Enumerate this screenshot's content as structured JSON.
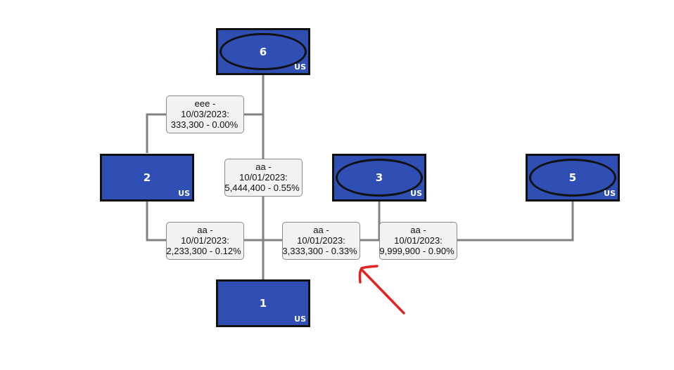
{
  "nodes": [
    {
      "id": "6",
      "label": "6",
      "country": "US",
      "shape": "ellipse"
    },
    {
      "id": "2",
      "label": "2",
      "country": "US",
      "shape": "rect"
    },
    {
      "id": "3",
      "label": "3",
      "country": "US",
      "shape": "ellipse"
    },
    {
      "id": "5",
      "label": "5",
      "country": "US",
      "shape": "ellipse"
    },
    {
      "id": "1",
      "label": "1",
      "country": "US",
      "shape": "rect"
    }
  ],
  "edges": [
    {
      "from": "2",
      "to": "6",
      "name": "eee -",
      "date": "10/03/2023:",
      "value": "333,300 - 0.00%"
    },
    {
      "from": "1",
      "to": "6",
      "name": "aa -",
      "date": "10/01/2023:",
      "value": "5,444,400 - 0.55%"
    },
    {
      "from": "2",
      "to": "1",
      "name": "aa -",
      "date": "10/01/2023:",
      "value": "2,233,300 - 0.12%"
    },
    {
      "from": "3",
      "to": "1",
      "name": "aa -",
      "date": "10/01/2023:",
      "value": "3,333,300 - 0.33%"
    },
    {
      "from": "5",
      "to": "1",
      "name": "aa -",
      "date": "10/01/2023:",
      "value": "9,999,900 - 0.90%"
    }
  ],
  "colors": {
    "node_fill": "#2f4fb5",
    "node_border": "#111111",
    "edge": "#808080",
    "label_bg": "#f2f2f2",
    "annotation_arrow": "#e52222"
  },
  "annotation": {
    "icon": "red-arrow-icon"
  }
}
